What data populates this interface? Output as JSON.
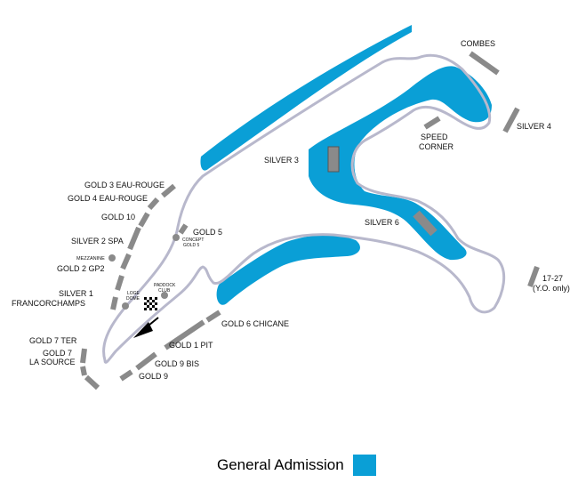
{
  "colors": {
    "general_admission": "#0a9fd6",
    "track": "#b8b8cc",
    "stand": "#8a8a8a",
    "text": "#111111"
  },
  "labels": {
    "combes": "COMBES",
    "silver4": "SILVER 4",
    "speed_corner_1": "SPEED",
    "speed_corner_2": "CORNER",
    "silver3": "SILVER 3",
    "silver6": "SILVER 6",
    "gold3": "GOLD 3 EAU-ROUGE",
    "gold4": "GOLD 4 EAU-ROUGE",
    "gold10": "GOLD 10",
    "gold5": "GOLD 5",
    "concept_1": "CONCEPT",
    "concept_2": "GOLD 5",
    "silver2": "SILVER 2 SPA",
    "mezzanine": "MEZZANINE",
    "gold2": "GOLD 2 GP2",
    "paddock_1": "PADDOCK",
    "paddock_2": "CLUB",
    "loge_1": "LOGE",
    "loge_2": "DOME",
    "silver1_1": "SILVER 1",
    "silver1_2": "FRANCORCHAMPS",
    "gold6": "GOLD 6 CHICANE",
    "gold1": "GOLD 1 PIT",
    "gold9bis": "GOLD 9 BIS",
    "gold9": "GOLD 9",
    "gold7ter": "GOLD 7 TER",
    "gold7_1": "GOLD 7",
    "gold7_2": "LA SOURCE",
    "s1727_1": "17-27",
    "s1727_2": "(Y.O. only)"
  },
  "legend": {
    "label": "General Admission",
    "icon": "blue-swatch"
  }
}
